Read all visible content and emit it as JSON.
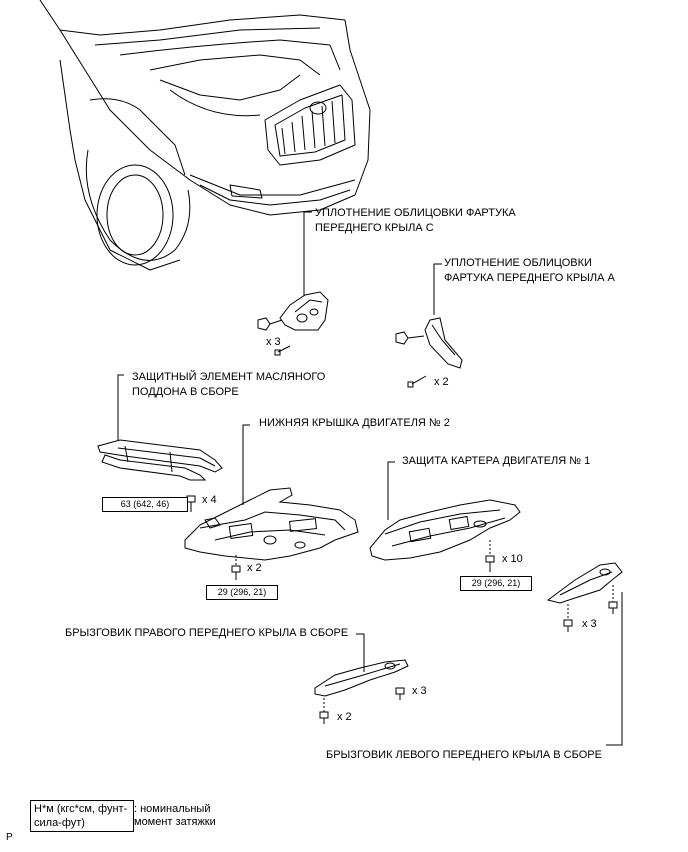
{
  "labels": {
    "seal_c": [
      "УПЛОТНЕНИЕ ОБЛИЦОВКИ ФАРТУКА",
      "ПЕРЕДНЕГО КРЫЛА С"
    ],
    "seal_a": [
      "УПЛОТНЕНИЕ ОБЛИЦОВКИ",
      "ФАРТУКА ПЕРЕДНЕГО КРЫЛА А"
    ],
    "oil_pan_protector": [
      "ЗАЩИТНЫЙ ЭЛЕМЕНТ МАСЛЯНОГО",
      "ПОДДОНА В СБОРЕ"
    ],
    "lower_cover_2": "НИЖНЯЯ КРЫШКА ДВИГАТЕЛЯ № 2",
    "engine_guard_1": "ЗАЩИТА КАРТЕРА ДВИГАТЕЛЯ № 1",
    "right_splash": "БРЫЗГОВИК ПРАВОГО ПЕРЕДНЕГО КРЫЛА В СБОРЕ",
    "left_splash": "БРЫЗГОВИК ЛЕВОГО ПЕРЕДНЕГО КРЫЛА В СБОРЕ"
  },
  "quantities": {
    "seal_c_clip": "x 3",
    "seal_a_screw": "x 2",
    "oil_pan_bolt": "x 4",
    "lower_cover_bolt": "x 2",
    "guard_bolt": "x 10",
    "left_splash_bolt": "x 3",
    "right_splash_bolt_a": "x 3",
    "right_splash_bolt_b": "x 2"
  },
  "torques": {
    "oil_pan": "63 (642, 46)",
    "lower_cover": "29 (296, 21)",
    "guard": "29 (296, 21)"
  },
  "legend": {
    "box": [
      "Н*м (кгс*см, фунт-",
      "сила-фут)"
    ],
    "desc": [
      ": номинальный",
      "момент затяжки"
    ]
  },
  "figure_code": "P"
}
